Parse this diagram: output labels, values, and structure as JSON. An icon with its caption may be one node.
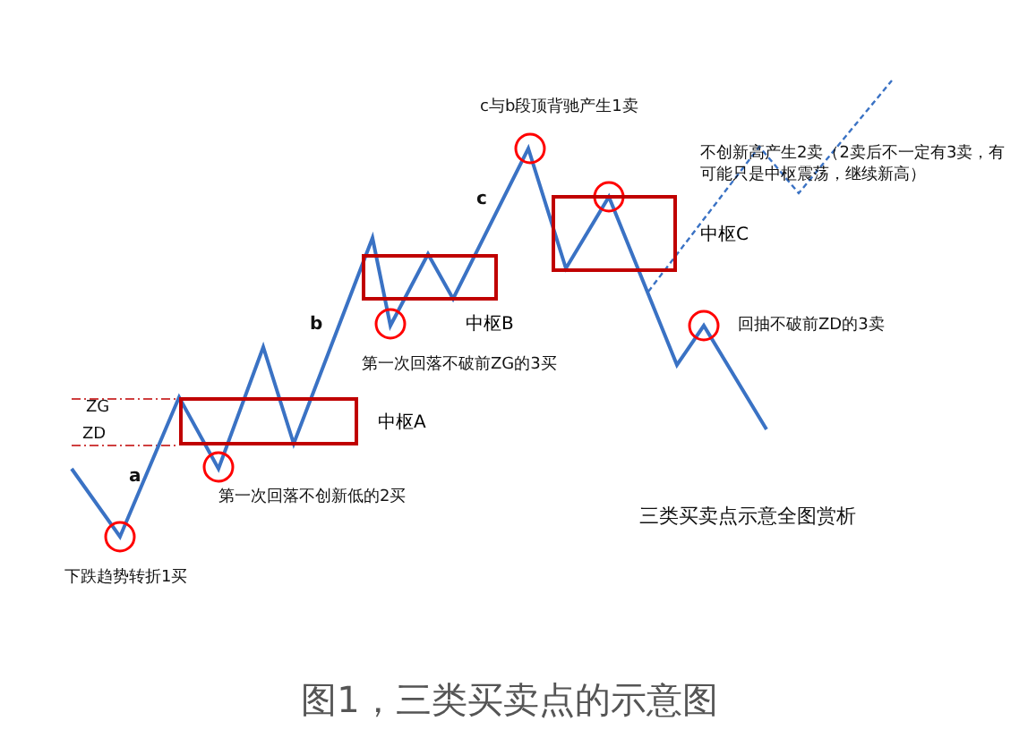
{
  "diagram": {
    "caption": "图1，三类买卖点的示意图",
    "nodes": [
      {
        "text": [
          "中枢C"
        ]
      },
      {
        "text": [
          "中枢B"
        ]
      },
      {
        "text": [
          "中枢A"
        ]
      }
    ],
    "labels": [
      "c与b段顶背驰产生1卖",
      "不创新高产生2卖（2卖后不一定有3卖，有可能只是中枢震荡，继续新高）",
      "c",
      "第一次回落不破前ZG的3买",
      "b",
      "回抽不破前ZD的3卖",
      "ZG",
      "ZD",
      "a",
      "第一次回落不创新低的2买",
      "三类买卖点示意全图赏析",
      "下跌趋势转折1买"
    ]
  }
}
